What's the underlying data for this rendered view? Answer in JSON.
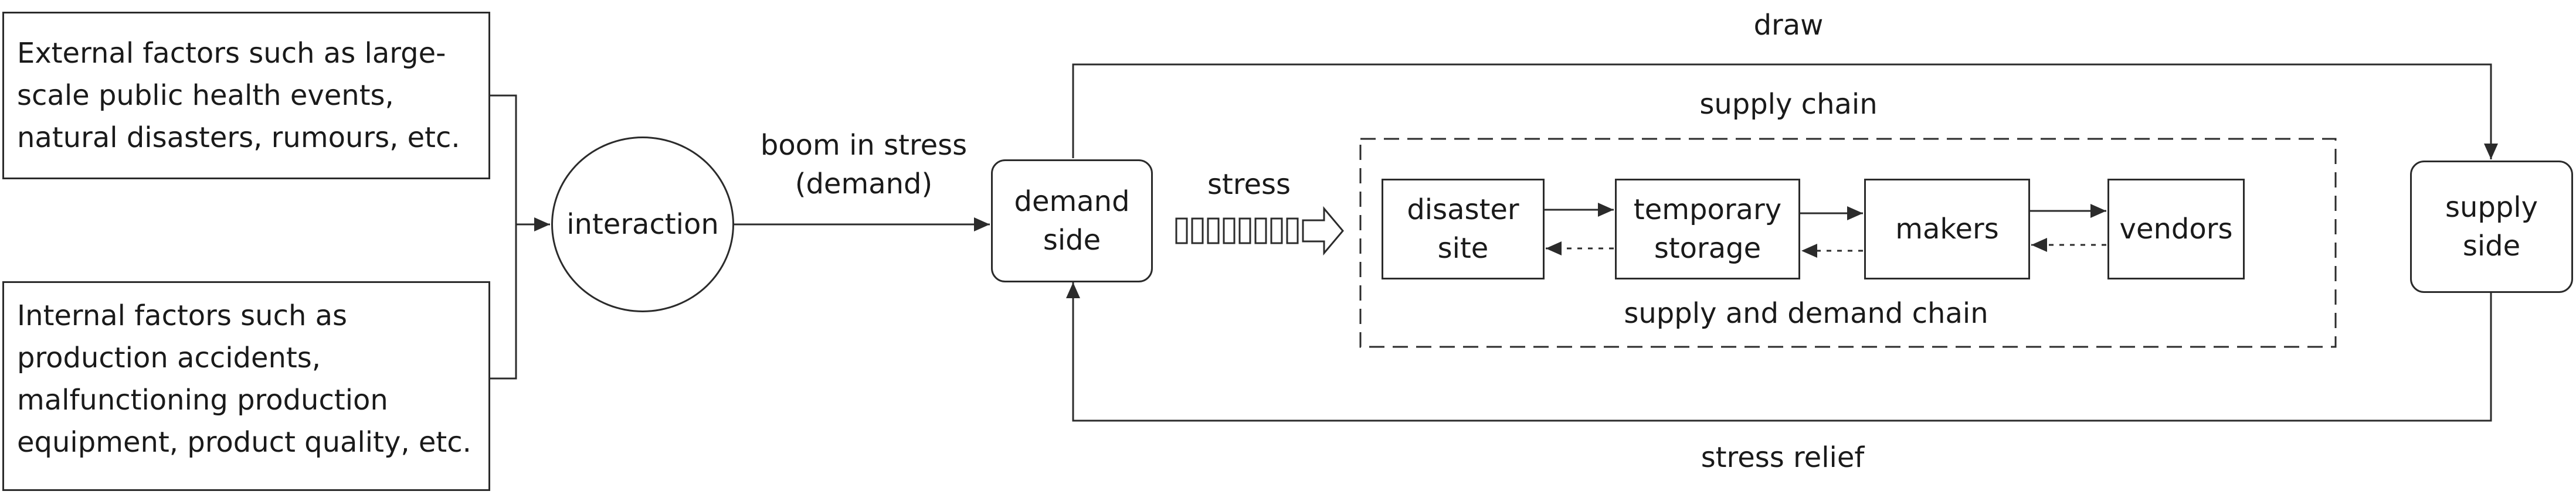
{
  "boxes": {
    "external": "External factors such as large-\nscale public health events,\nnatural disasters, rumours, etc.",
    "internal": "Internal factors such as\nproduction accidents,\nmalfunctioning production\nequipment, product quality, etc.",
    "interaction": "interaction",
    "demand_side": "demand\nside",
    "disaster_site": "disaster\nsite",
    "temporary_storage": "temporary\nstorage",
    "makers": "makers",
    "vendors": "vendors",
    "supply_side": "supply\nside"
  },
  "labels": {
    "draw": "draw",
    "supply_chain": "supply chain",
    "boom_in_stress": "boom in stress\n(demand)",
    "stress": "stress",
    "supply_and_demand_chain": "supply and demand chain",
    "stress_relief": "stress relief"
  },
  "colors": {
    "line": "#2b2b2b",
    "text": "#1a1a1a"
  }
}
